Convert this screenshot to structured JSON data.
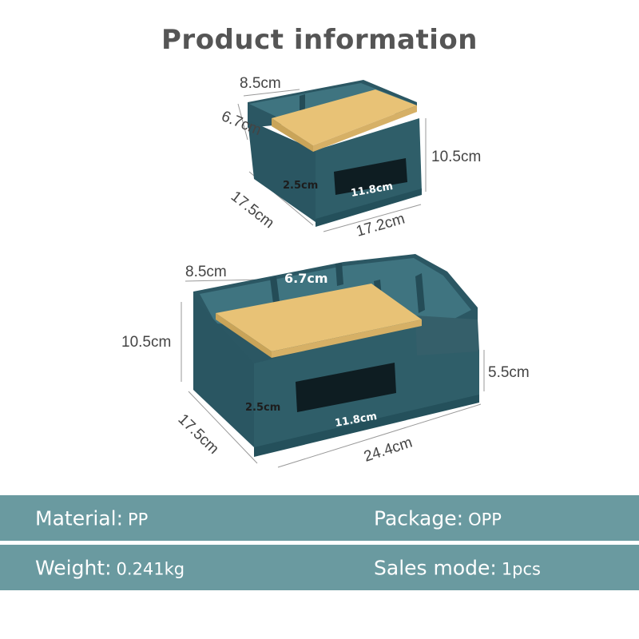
{
  "title": "Product information",
  "colors": {
    "box": "#2f5e69",
    "lid": "#e8c276",
    "band": "#6a9aa0"
  },
  "small_box": {
    "dims": {
      "top_compartment": "8.5cm",
      "side_compartment": "6.7cm",
      "height": "10.5cm",
      "slot_height": "2.5cm",
      "slot_width": "11.8cm",
      "depth": "17.5cm",
      "width": "17.2cm"
    }
  },
  "large_box": {
    "dims": {
      "top_compartment": "8.5cm",
      "mid_compartment": "6.7cm",
      "height": "10.5cm",
      "side_height": "5.5cm",
      "slot_height": "2.5cm",
      "slot_width": "11.8cm",
      "depth": "17.5cm",
      "width": "24.4cm"
    }
  },
  "specs": {
    "row1": {
      "left_label": "Material:",
      "left_value": "PP",
      "right_label": "Package:",
      "right_value": "OPP"
    },
    "row2": {
      "left_label": "Weight:",
      "left_value": "0.241kg",
      "right_label": "Sales mode:",
      "right_value": "1pcs"
    }
  }
}
